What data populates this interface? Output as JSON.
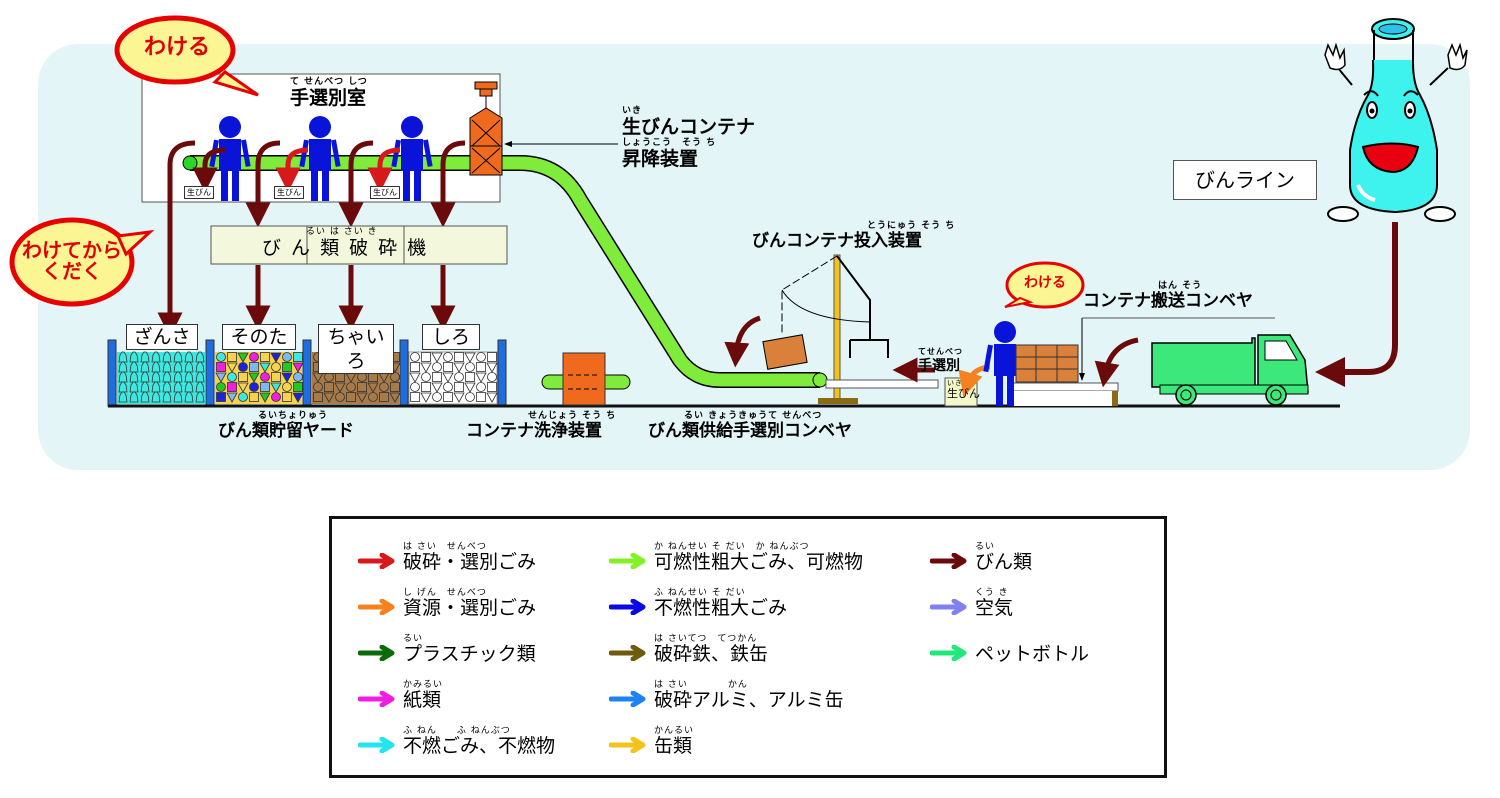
{
  "title_badge": "びんライン",
  "bubbles": {
    "top_left": "わける",
    "left": [
      "わけてから",
      "くだく"
    ],
    "right": "わける"
  },
  "labels": {
    "hand_sort_room": {
      "ruby": "て せんべつ しつ",
      "text": "手選別室"
    },
    "crusher": {
      "ruby": "るい  は   さい  き",
      "text": "び ん 類 破 砕 機"
    },
    "lift": {
      "ruby_top": "いき",
      "line1": "生びんコンテナ",
      "ruby_bottom": "しょうこう　そう ち",
      "line2": "昇降装置"
    },
    "feeder": {
      "ruby": "とうにゅう そう ち",
      "text": "びんコンテナ投入装置"
    },
    "transport_conveyor": {
      "ruby": "はん そう",
      "text": "コンテナ搬送コンベヤ"
    },
    "hand_sort": {
      "ruby": "てせんべつ",
      "text": "手選別"
    },
    "yard": {
      "ruby": "るいちょりゅう",
      "text": "びん類貯留ヤード"
    },
    "washer": {
      "ruby": "せんじょう そう ち",
      "text": "コンテナ洗浄装置"
    },
    "supply_conveyor": {
      "ruby": "るい きょうきゅうて せんべつ",
      "text": "びん類供給手選別コンベヤ"
    },
    "raw_bottle_tag": "生びん",
    "raw_bottle_box": {
      "ruby": "いき",
      "text": "生びん"
    }
  },
  "bins": [
    "ざんさ",
    "そのた",
    "ちゃいろ",
    "しろ"
  ],
  "legend": [
    {
      "ruby": "は さい　せんべつ",
      "label": "破砕・選別ごみ",
      "color": "#d7191c"
    },
    {
      "ruby": "し げん　せんべつ",
      "label": "資源・選別ごみ",
      "color": "#f5821f"
    },
    {
      "ruby": "るい",
      "label": "プラスチック類",
      "color": "#0b6b0b"
    },
    {
      "ruby": "かみるい",
      "label": "紙類",
      "color": "#f01ee0"
    },
    {
      "ruby": "ふ ねん　　ふ ねんぶつ",
      "label": "不燃ごみ、不燃物",
      "color": "#22e5f0"
    },
    {
      "ruby": "か ねんせい そ だい　か ねんぶつ",
      "label": "可燃性粗大ごみ、可燃物",
      "color": "#84f026"
    },
    {
      "ruby": "ふ ねんせい そ だい",
      "label": "不燃性粗大ごみ",
      "color": "#0a0ae6"
    },
    {
      "ruby": "は さいてつ　てつかん",
      "label": "破砕鉄、鉄缶",
      "color": "#6f5a0e"
    },
    {
      "ruby": "は さい　　　　かん",
      "label": "破砕アルミ、アルミ缶",
      "color": "#1e82f0"
    },
    {
      "ruby": "かんるい",
      "label": "缶類",
      "color": "#f5c21a"
    },
    {
      "ruby": "るい",
      "label": "びん類",
      "color": "#6b0a0a"
    },
    {
      "ruby": "くう き",
      "label": "空気",
      "color": "#8080f0"
    },
    {
      "ruby": "",
      "label": "ペットボトル",
      "color": "#20e87a"
    }
  ],
  "colors": {
    "panel_bg": "#e3f5f6",
    "conveyor_green": "#7fec3c",
    "bin_flow": "#6b0a0a",
    "worker_blue": "#0a14d8",
    "truck_green": "#3ce87a",
    "bubble_fill": "#fbf593",
    "bubble_stroke": "#e80000"
  }
}
